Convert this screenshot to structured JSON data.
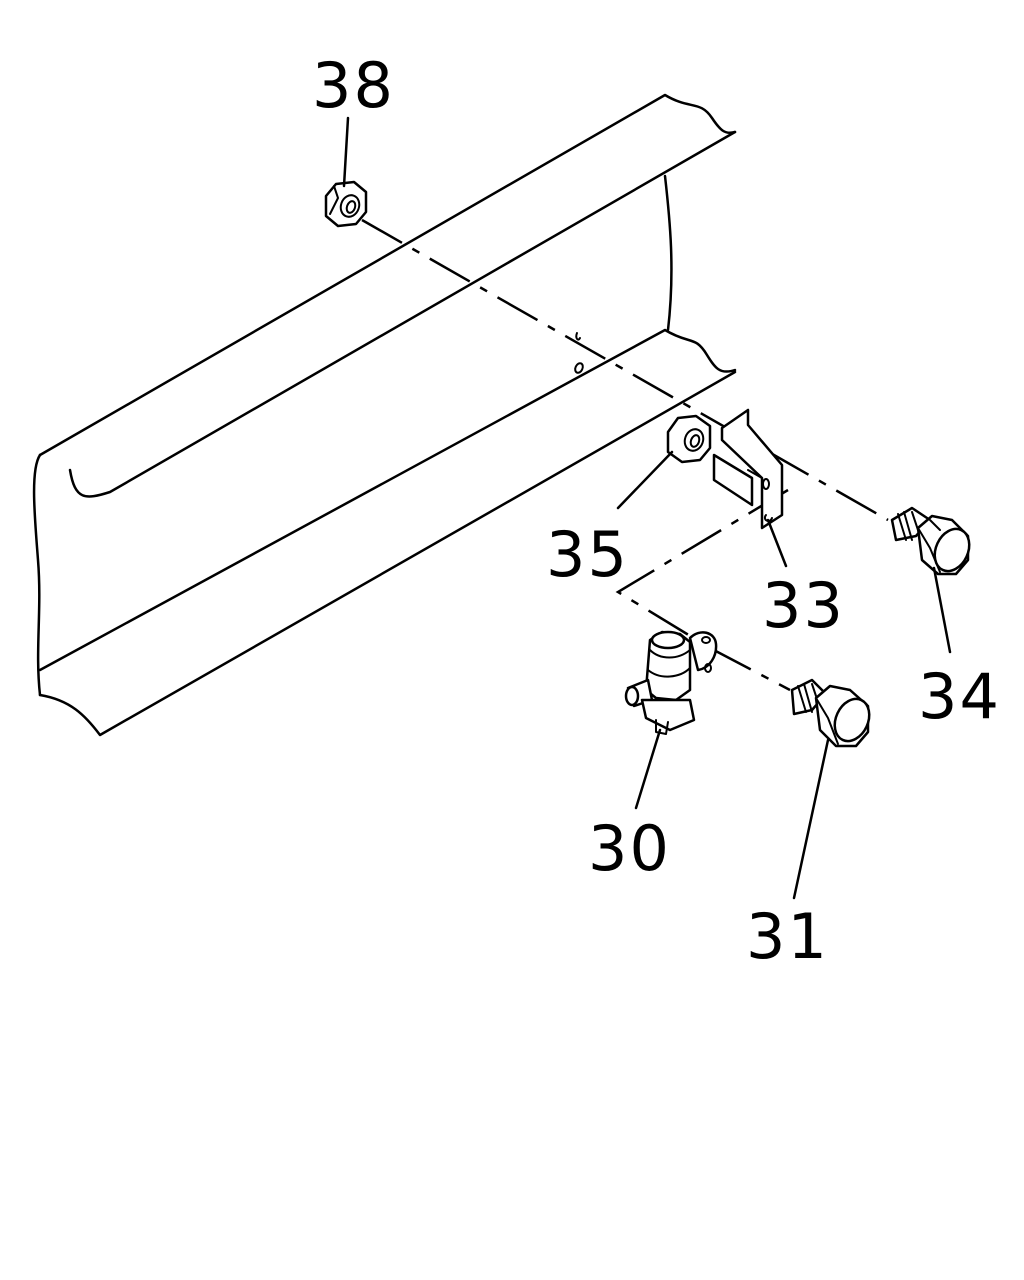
{
  "diagram": {
    "callouts": [
      {
        "id": "38",
        "text": "38"
      },
      {
        "id": "35",
        "text": "35"
      },
      {
        "id": "33",
        "text": "33"
      },
      {
        "id": "34",
        "text": "34"
      },
      {
        "id": "30",
        "text": "30"
      },
      {
        "id": "31",
        "text": "31"
      }
    ]
  }
}
